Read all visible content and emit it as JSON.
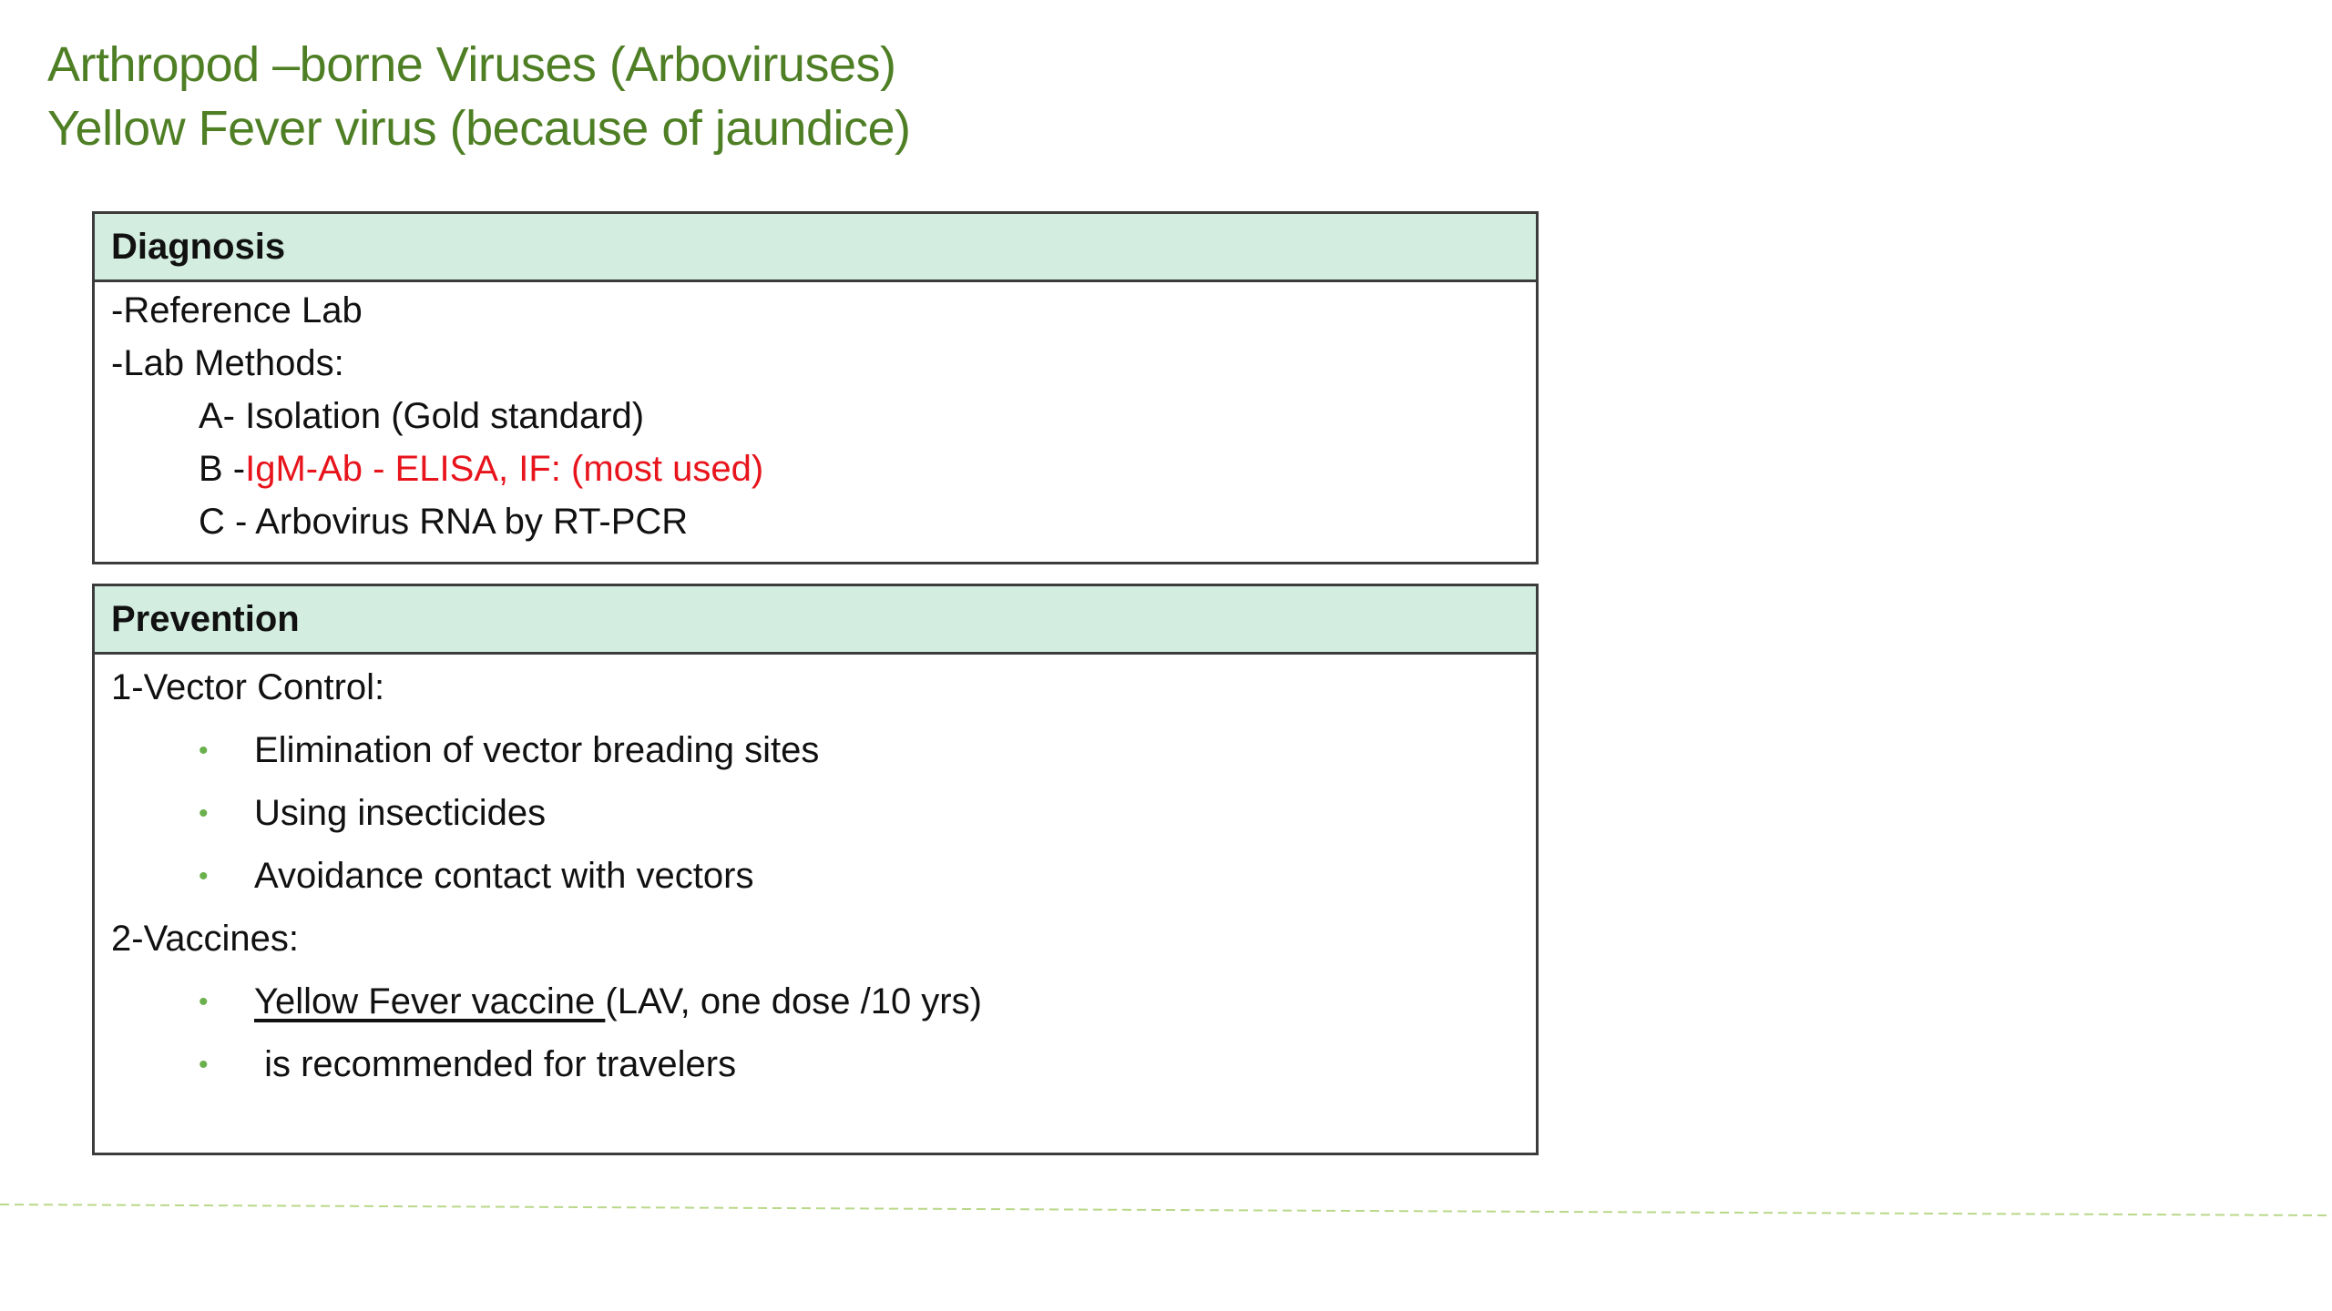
{
  "title": {
    "line1": "Arthropod –borne Viruses (Arboviruses)",
    "line2": "Yellow Fever virus (because of jaundice)"
  },
  "diagnosis": {
    "header": "Diagnosis",
    "line_reference": "-Reference Lab",
    "line_methods": "-Lab Methods:",
    "method_a": "A- Isolation (Gold standard)",
    "method_b_prefix": "B -",
    "method_b_highlight": "IgM-Ab - ELISA, IF: (most used)",
    "method_c": "C - Arbovirus RNA by RT-PCR"
  },
  "prevention": {
    "header": "Prevention",
    "vector_control_label": "1-Vector Control:",
    "vector_items": [
      "Elimination of vector breading sites",
      "Using insecticides",
      "Avoidance contact with vectors"
    ],
    "vaccines_label": "2-Vaccines:",
    "vaccine_item_underlined": "Yellow Fever vaccine ",
    "vaccine_item_rest": "(LAV, one dose /10 yrs)",
    "vaccine_item_2": " is recommended for travelers"
  },
  "colors": {
    "title": "#4f7f25",
    "header_bg": "#d3ede0",
    "highlight": "#e8141c",
    "bullet": "#6ab04c",
    "divider": "#b9d889"
  }
}
